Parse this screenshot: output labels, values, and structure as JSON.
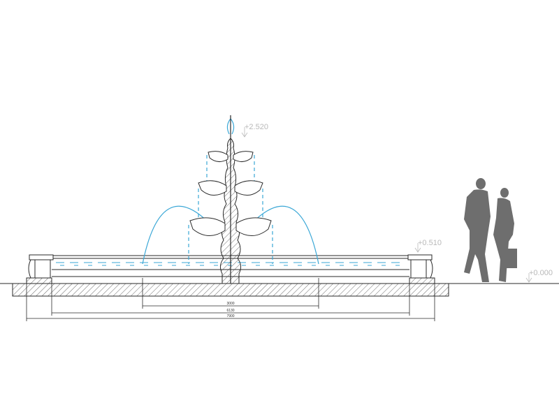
{
  "levels": {
    "top": "+2.520",
    "rim": "+0.510",
    "ground": "+0.000"
  },
  "dimensions": {
    "jets": "3000",
    "basin_inner": "6130",
    "basin_outer": "7900"
  },
  "colors": {
    "line": "#2a2a2a",
    "water": "#3aa7d6",
    "silhouette": "#6e6e6e",
    "level_text": "#b9b9b9"
  }
}
